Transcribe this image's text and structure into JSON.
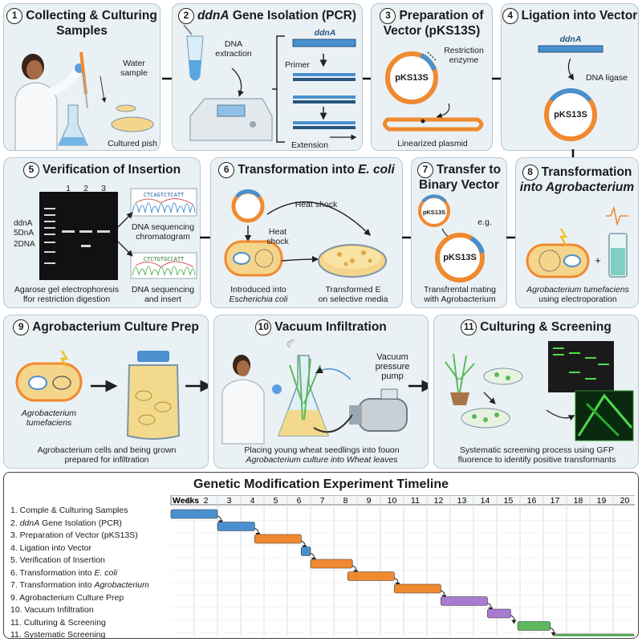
{
  "steps": [
    {
      "num": "1",
      "title_a": "Collecting & Culturing",
      "title_b": "Samples",
      "labels": {
        "water": "Water",
        "sample": "sample",
        "dish": "Cultured pish"
      }
    },
    {
      "num": "2",
      "title_italic": "ddnA",
      "title_rest": " Gene Isolation (PCR)",
      "labels": {
        "dna": "DNA",
        "extraction": "extraction",
        "gene": "ddnA",
        "primer": "Primer",
        "extension": "Extension"
      }
    },
    {
      "num": "3",
      "title_a": "Preparation of",
      "title_b": "Vector (pKS13S)",
      "labels": {
        "restriction": "Restriction",
        "enzyme": "enzyme",
        "plasmid": "pKS13S",
        "linear": "Linearized plasmid"
      }
    },
    {
      "num": "4",
      "title_a": "Ligation into Vector",
      "labels": {
        "gene": "ddnA",
        "ligase": "DNA ligase",
        "plasmid": "pKS13S"
      }
    },
    {
      "num": "5",
      "title_a": "Verification of Insertion",
      "labels": {
        "lane1": "1",
        "lane2": "2",
        "lane3": "3",
        "band1": "ddnA",
        "band2": "5DnA",
        "band3": "2DNA",
        "seq1": "CTCAGTCTCATT",
        "seq2": "CTCTGTGCCATT",
        "chrom_a": "DNA sequencing",
        "chrom_b": "chromatogram",
        "gel_a": "Agarose gel electrophoresis",
        "gel_b": "ffor restriction digestion",
        "ins_a": "DNA sequencing",
        "ins_b": "and insert"
      }
    },
    {
      "num": "6",
      "title_a": "Transformation into ",
      "title_italic": "E. coli",
      "labels": {
        "heat1": "Heat shock",
        "heat2a": "Heat",
        "heat2b": "shock",
        "intro_a": "Introduced into",
        "intro_b": "Escherichia coli",
        "trans_a": "Transformed E",
        "trans_b": "on selective media"
      }
    },
    {
      "num": "7",
      "title_a": "Transfer to",
      "title_b": "Binary Vector",
      "labels": {
        "small": "pKS13S",
        "eg": "e.g.",
        "plasmid": "pKS13S",
        "mate_a": "Transfrental mating",
        "mate_b": "with Agrobacterium"
      }
    },
    {
      "num": "8",
      "title_a": "Transformation",
      "title_b_italic": "into Agrobacterium",
      "labels": {
        "agro_a": "Agrobacterium tumefaciens",
        "agro_b": "using electroporation",
        "plus": "+"
      }
    },
    {
      "num": "9",
      "title_a": "Agrobacterium Culture Prep",
      "labels": {
        "agro_a": "Agrobacterium",
        "agro_b": "tumefaciens",
        "cap_a": "Agrobacterium cells and being grown",
        "cap_b": "prepared for infiltration"
      }
    },
    {
      "num": "10",
      "title_a": "Vacuum Infiltration",
      "labels": {
        "vac_a": "Vacuum",
        "vac_b": "pressure",
        "vac_c": "pump",
        "cap_a": "Placing young wheat seedlings into fouon",
        "cap_b": "Agrobacterium culture into Wheat leaves"
      }
    },
    {
      "num": "11",
      "title_a": "Culturing & Screening",
      "labels": {
        "cap_a": "Systematic screening process using GFP",
        "cap_b": "fluorence to identify positive transformants"
      }
    }
  ],
  "timeline": {
    "title": "Genetic Modification Experiment Timeline",
    "weeks_label": "Weeks",
    "weeks": [
      "1",
      "2",
      "3",
      "4",
      "5",
      "6",
      "7",
      "8",
      "9",
      "10",
      "11",
      "12",
      "13",
      "14",
      "15",
      "16",
      "17",
      "18",
      "19",
      "20"
    ],
    "tasks": [
      {
        "label": "1. Comple & Culturing Samples",
        "start": 0.0,
        "end": 2.0,
        "color": "#4a90cf"
      },
      {
        "label_pre": "2. ",
        "label_italic": "ddnA",
        "label_post": " Gene Isolation (PCR)",
        "start": 2.0,
        "end": 3.6,
        "color": "#4a90cf"
      },
      {
        "label": "3. Preparation of Vector (pKS13S)",
        "start": 3.6,
        "end": 5.6,
        "color": "#f08a30"
      },
      {
        "label": "4. Ligation into Vector",
        "start": 5.6,
        "end": 6.0,
        "color": "#4a90cf"
      },
      {
        "label": "5. Verification of Insertion",
        "start": 6.0,
        "end": 7.8,
        "color": "#f08a30"
      },
      {
        "label_pre": "6. Transformation into ",
        "label_italic": "E. coli",
        "label_post": "",
        "start": 7.6,
        "end": 9.6,
        "color": "#f08a30"
      },
      {
        "label_pre": "7. Transformation into ",
        "label_italic": "Agrobacterium",
        "label_post": "",
        "start": 9.6,
        "end": 11.6,
        "color": "#f08a30"
      },
      {
        "label": "9. Agrobacterium Culture Prep",
        "start": 11.6,
        "end": 13.6,
        "color": "#a77bd0"
      },
      {
        "label": "10. Vacuum Infiltration",
        "start": 13.6,
        "end": 14.6,
        "color": "#a77bd0"
      },
      {
        "label": "11. Culturing & Screening",
        "start": 14.9,
        "end": 16.3,
        "color": "#5cb85c"
      },
      {
        "label": "11. Systematic Screening",
        "start": 16.5,
        "end": 19.9,
        "color": "#5cb85c"
      }
    ]
  }
}
